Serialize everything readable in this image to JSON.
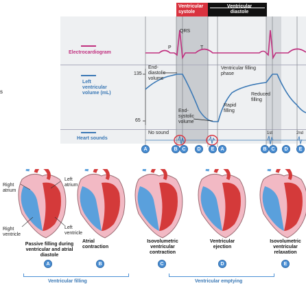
{
  "header": {
    "systole_label": "Ventricular systole",
    "diastole_label": "Ventricular diastole",
    "systole_color": "#d9333f",
    "header_bg": "#111111"
  },
  "rows": {
    "ecg_label": "Electrocardiogram",
    "volume_label": "Left ventricular volume (mL)",
    "sounds_label": "Heart sounds",
    "ecg_color": "#c0307f",
    "volume_color": "#3a78b5"
  },
  "ecg": {
    "qrs": "QRS",
    "p": "P",
    "t": "T"
  },
  "volume": {
    "tick_135": "135",
    "tick_65": "65",
    "end_diastolic": "End- diastolic volume",
    "end_systolic": "End- systolic volume",
    "filling_phase": "Ventricular filling phase",
    "rapid_filling": "Rapid filling",
    "reduced_filling": "Reduced filling"
  },
  "sounds": {
    "no_sound": "No sound",
    "first": "1st",
    "second": "2nd"
  },
  "markers": [
    "A",
    "B",
    "C",
    "D",
    "E",
    "A",
    "B",
    "C",
    "D",
    "E"
  ],
  "hearts": {
    "labels": {
      "right_atrium": "Right atrium",
      "left_atrium": "Left atrium",
      "right_ventricle": "Right ventricle",
      "left_ventricle": "Left ventricle"
    },
    "stages": [
      {
        "title": "Passive filling during ventricular and atrial diastole",
        "letter": "A"
      },
      {
        "title": "Atrial contraction",
        "letter": "B"
      },
      {
        "title": "Isovolumetric ventricular contraction",
        "letter": "C"
      },
      {
        "title": "Ventricular ejection",
        "letter": "D"
      },
      {
        "title": "Isovolumetric ventricular relaxation",
        "letter": "E"
      }
    ]
  },
  "brackets": {
    "filling": "Ventricular filling",
    "emptying": "Ventricular emptying"
  }
}
